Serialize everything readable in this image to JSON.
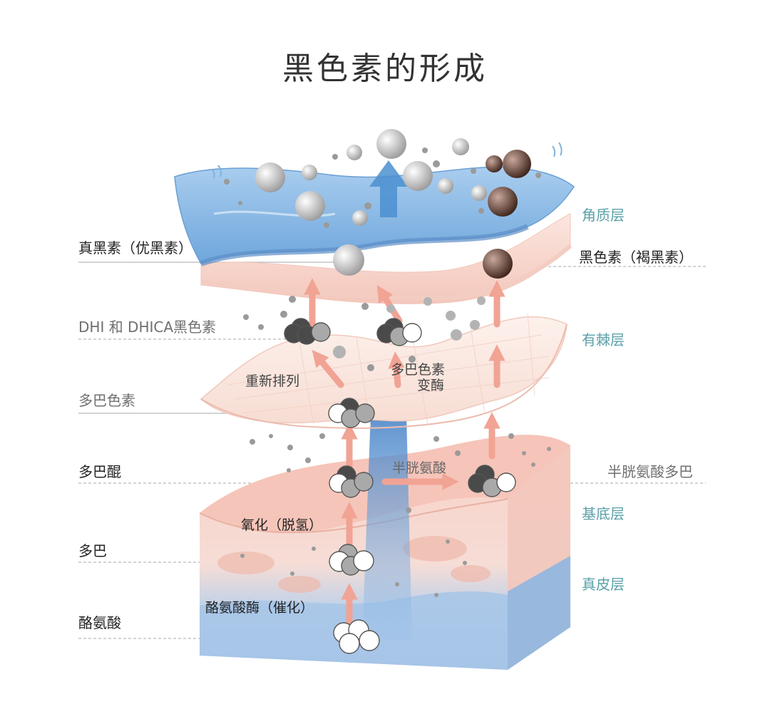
{
  "title": "黑色素的形成",
  "layers": {
    "stratum_corneum": "角质层",
    "stratum_spinosum": "有棘层",
    "basal_layer": "基底层",
    "dermis": "真皮层"
  },
  "left_labels": {
    "eumelanin": "真黑素（优黑素）",
    "dhi_dhica": "DHI 和 DHICA黑色素",
    "dopachrome": "多巴色素",
    "dopaquinone": "多巴醌",
    "dopa": "多巴",
    "tyrosine": "酪氨酸"
  },
  "right_labels": {
    "pheomelanin": "黑色素（褐黑素）",
    "cysteinyldopa": "半胱氨酸多巴"
  },
  "process_labels": {
    "rearrange": "重新排列",
    "tautomerase_line1": "多巴色素",
    "tautomerase_line2": "变酶",
    "cysteine": "半胱氨酸",
    "oxidation": "氧化（脱氢）",
    "tyrosinase": "酪氨酸酶（催化）"
  },
  "colors": {
    "skin_blue": "#7fb4e0",
    "skin_pink": "#f8d6cc",
    "arrow": "#f1a394",
    "label_teal": "#5aa0a8"
  }
}
